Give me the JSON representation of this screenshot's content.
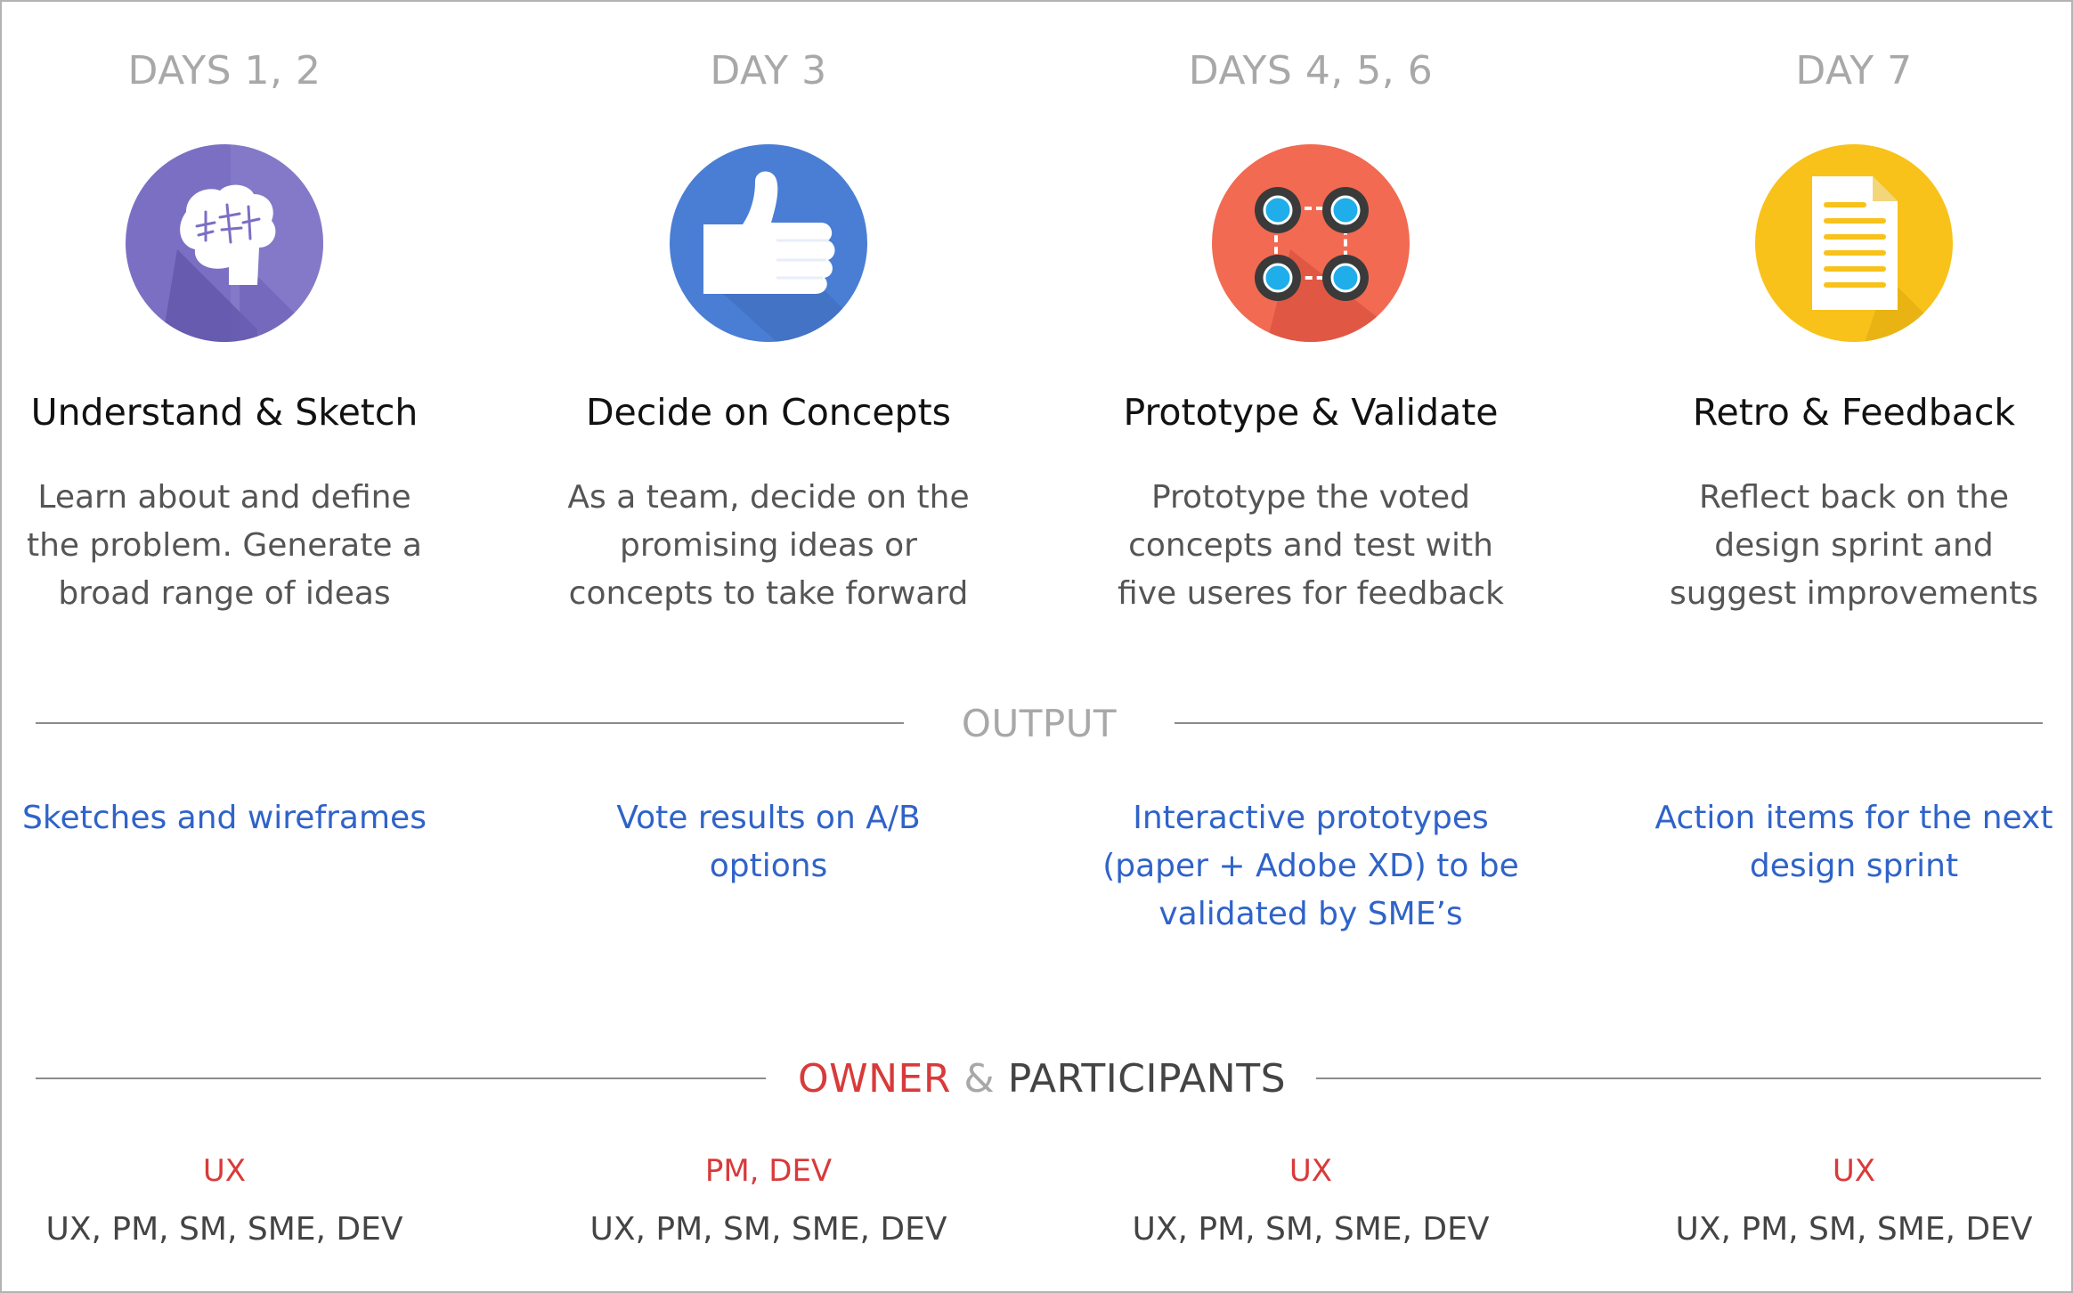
{
  "columns": [
    {
      "day": "DAYS 1, 2",
      "icon": "brain-icon",
      "title": "Understand & Sketch",
      "description": [
        "Learn about and define",
        "the problem. Generate a",
        "broad range of ideas"
      ],
      "output": [
        "Sketches and wireframes"
      ],
      "owner": "UX",
      "participants": "UX, PM, SM, SME, DEV",
      "color": "#7b6fc4"
    },
    {
      "day": "DAY 3",
      "icon": "thumbs-up-icon",
      "title": "Decide on Concepts",
      "description": [
        "As a team, decide on the",
        "promising ideas or",
        "concepts to take forward"
      ],
      "output": [
        "Vote results on A/B",
        "options"
      ],
      "owner": "PM, DEV",
      "participants": "UX, PM, SM, SME, DEV",
      "color": "#4a7ed4"
    },
    {
      "day": "DAYS 4, 5, 6",
      "icon": "gears-icon",
      "title": "Prototype & Validate",
      "description": [
        "Prototype the voted",
        "concepts and test with",
        "five useres for feedback"
      ],
      "output": [
        "Interactive prototypes",
        "(paper + Adobe XD) to be",
        "validated by SME’s"
      ],
      "owner": "UX",
      "participants": "UX, PM, SM, SME, DEV",
      "color": "#f26a52"
    },
    {
      "day": "DAY 7",
      "icon": "document-icon",
      "title": "Retro & Feedback",
      "description": [
        "Reflect back on the",
        "design sprint and",
        "suggest improvements"
      ],
      "output": [
        "Action items for the next",
        "design sprint"
      ],
      "owner": "UX",
      "participants": "UX, PM, SM, SME, DEV",
      "color": "#f8c21b"
    }
  ],
  "sections": {
    "output_label": "OUTPUT",
    "owner_label": "OWNER",
    "amp_label": "&",
    "participants_label": "PARTICIPANTS"
  }
}
